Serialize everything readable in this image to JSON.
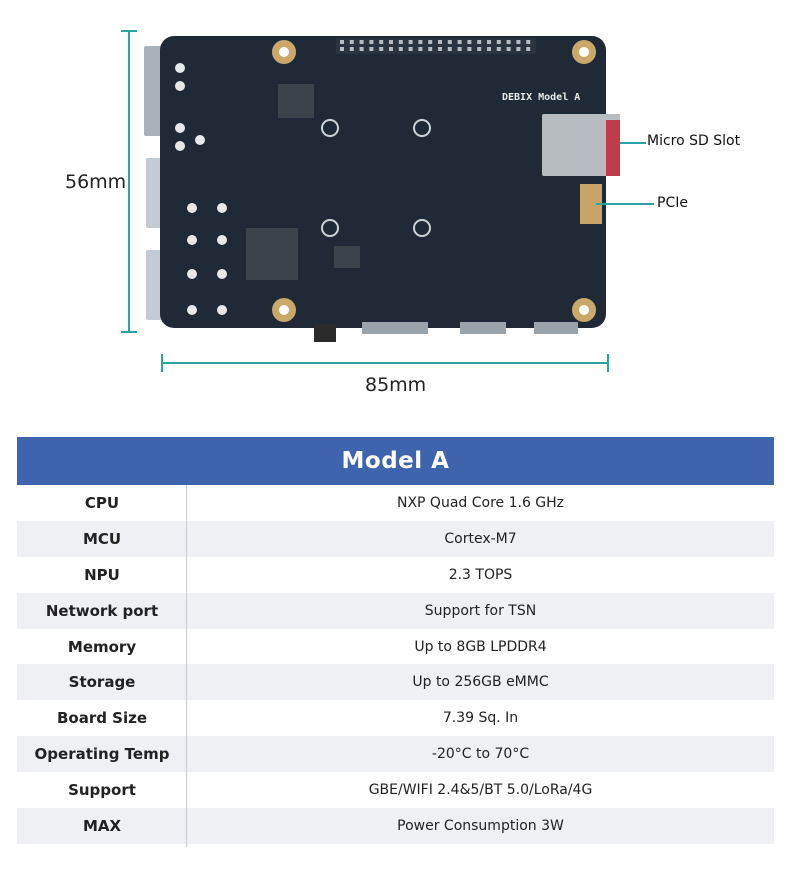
{
  "figure": {
    "height_label": "56mm",
    "width_label": "85mm",
    "board_silkscreen": "DEBIX Model A",
    "callouts": [
      {
        "label": "Micro SD Slot"
      },
      {
        "label": "PCIe"
      }
    ],
    "colors": {
      "dimension_line": "#29a3a3",
      "board": "#1f2a36"
    }
  },
  "spec": {
    "title": "Model A",
    "header_color": "#3d64ac",
    "rows": [
      {
        "key": "CPU",
        "value": "NXP Quad Core 1.6 GHz"
      },
      {
        "key": "MCU",
        "value": "Cortex-M7"
      },
      {
        "key": "NPU",
        "value": "2.3 TOPS"
      },
      {
        "key": "Network port",
        "value": "Support for TSN"
      },
      {
        "key": "Memory",
        "value": "Up to 8GB LPDDR4"
      },
      {
        "key": "Storage",
        "value": "Up to 256GB eMMC"
      },
      {
        "key": "Board Size",
        "value": "7.39 Sq. In"
      },
      {
        "key": "Operating Temp",
        "value": "-20°C to 70°C"
      },
      {
        "key": "Support",
        "value": "GBE/WIFI 2.4&5/BT 5.0/LoRa/4G"
      },
      {
        "key": "MAX",
        "value": "Power Consumption 3W"
      }
    ]
  }
}
